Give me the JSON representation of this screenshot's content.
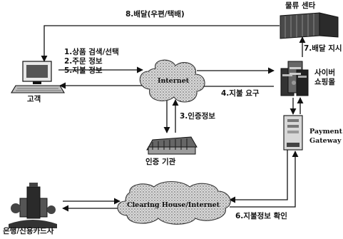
{
  "nodes": {
    "customer": "고객",
    "logistics": "물류 센타",
    "cyber_mall_line1": "사이버",
    "cyber_mall_line2": "쇼핑몰",
    "internet": "Internet",
    "certification": "인증 기관",
    "payment_line1": "Payment",
    "payment_line2": "Gateway",
    "clearing": "Clearing House/Internet",
    "bank": "은행/신용카드사"
  },
  "edges": {
    "delivery": "8.배달(우편/택배)",
    "step1": "1.상품 검색/선택",
    "step2": "2.주문 정보",
    "step5": "5.지불 정보",
    "step4": "4.지불 요구",
    "step3": "3.인증정보",
    "step7": "7.배달 지시",
    "step6": "6.지불정보 확인"
  }
}
